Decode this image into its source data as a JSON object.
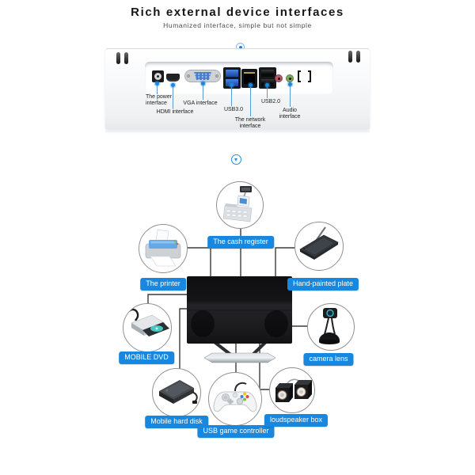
{
  "header": {
    "title": "Rich external device interfaces",
    "subtitle": "Humanized interface, simple but not simple"
  },
  "interface_panel": {
    "ports": [
      {
        "name": "power",
        "label": "The power\ninterface"
      },
      {
        "name": "hdmi",
        "label": "HDMI interface"
      },
      {
        "name": "vga",
        "label": "VGA interface"
      },
      {
        "name": "usb3",
        "label": "USB3.0"
      },
      {
        "name": "network",
        "label": "The network\ninterface"
      },
      {
        "name": "usb2",
        "label": "USB2.0"
      },
      {
        "name": "audio",
        "label": "Audio\ninterface"
      }
    ]
  },
  "devices": [
    {
      "name": "cash-register",
      "label": "The cash register"
    },
    {
      "name": "printer",
      "label": "The printer"
    },
    {
      "name": "hand-painted-plate",
      "label": "Hand-painted plate"
    },
    {
      "name": "mobile-dvd",
      "label": "MOBILE DVD"
    },
    {
      "name": "camera-lens",
      "label": "camera lens"
    },
    {
      "name": "mobile-hard-disk",
      "label": "Mobile hard disk"
    },
    {
      "name": "usb-game-controller",
      "label": "USB game controller"
    },
    {
      "name": "loudspeaker-box",
      "label": "loudspeaker box"
    }
  ],
  "icons": {
    "divider": "chevron-down-circle-icon",
    "top_marker": "dot-marker-icon"
  },
  "colors": {
    "accent_blue": "#1787e0",
    "callout_blue": "#5b9bd5",
    "connector_line": "#3c3c3c",
    "monitor_black": "#151517",
    "usb3_blue": "#2c5fc0",
    "mic_pink": "#b85a6c",
    "lineout_green": "#85a55c"
  }
}
